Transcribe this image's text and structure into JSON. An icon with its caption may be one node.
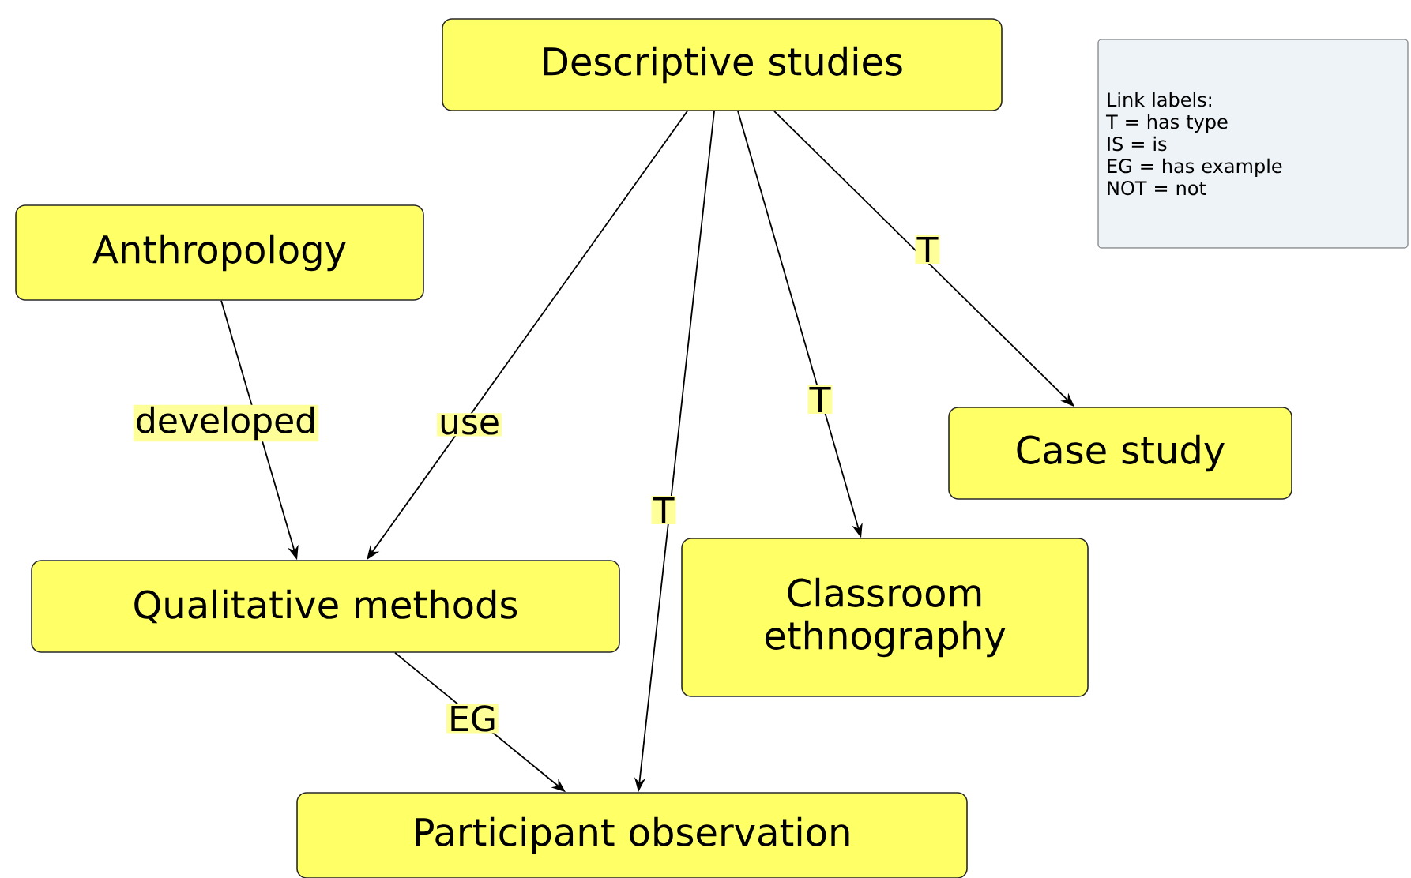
{
  "diagram": {
    "nodes": [
      {
        "text": [
          "Descriptive studies"
        ]
      },
      {
        "text": [
          "Link labels:",
          "T = has type",
          "IS = is",
          "EG = has example",
          "NOT = not"
        ]
      },
      {
        "text": [
          "Anthropology"
        ]
      },
      {
        "text": [
          "Case study"
        ]
      },
      {
        "text": [
          "Classroom ethnography"
        ]
      },
      {
        "text": [
          "Qualitative methods"
        ]
      },
      {
        "text": [
          "Participant observation"
        ]
      }
    ],
    "edges": [
      {
        "from": 0,
        "to": 5,
        "arrow": "to",
        "label": "use"
      },
      {
        "from": 0,
        "to": 6,
        "arrow": "to",
        "label": "T"
      },
      {
        "from": 0,
        "to": 4,
        "arrow": "to",
        "label": "T"
      },
      {
        "from": 0,
        "to": 3,
        "arrow": "to",
        "label": "T"
      },
      {
        "from": 2,
        "to": 5,
        "arrow": "to",
        "label": "developed"
      },
      {
        "from": 5,
        "to": 6,
        "arrow": "to",
        "label": "EG"
      }
    ]
  }
}
